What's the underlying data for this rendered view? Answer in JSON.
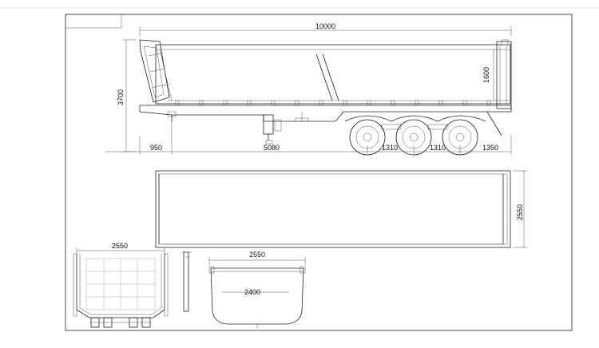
{
  "dimensions": {
    "overall_length": "10000",
    "overall_height": "3700",
    "body_height": "1600",
    "front_overhang": "950",
    "kingpin_to_axle": "5080",
    "axle_spacing_1": "1310",
    "axle_spacing_2": "1310",
    "rear_overhang": "1350",
    "top_view_width": "2550",
    "rear_view_width": "2550",
    "section_width": "2550",
    "section_height": "2400"
  },
  "colors": {
    "line": "#222222",
    "background": "#ffffff"
  }
}
